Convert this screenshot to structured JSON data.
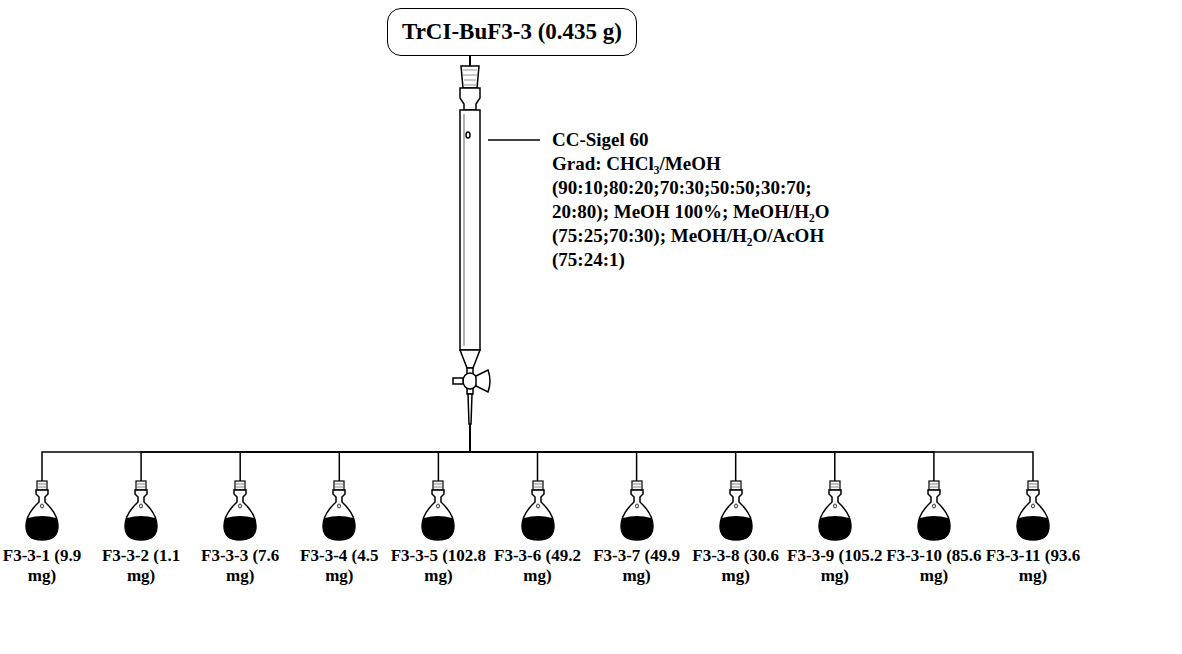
{
  "diagram": {
    "nodes": [
      {
        "text": [
          "TrCI-BuF3-3 (0.435 g)"
        ]
      },
      {
        "text": [
          "F3-3-1 (9.9 mg)"
        ]
      },
      {
        "text": [
          "F3-3-2 (1.1 mg)"
        ]
      },
      {
        "text": [
          "F3-3-3 (7.6 mg)"
        ]
      },
      {
        "text": [
          "F3-3-4 (4.5 mg)"
        ]
      },
      {
        "text": [
          "F3-3-5 (102.8 mg)"
        ]
      },
      {
        "text": [
          "F3-3-6 (49.2 mg)"
        ]
      },
      {
        "text": [
          "F3-3-7 (49.9 mg)"
        ]
      },
      {
        "text": [
          "F3-3-8 (30.6 mg)"
        ]
      },
      {
        "text": [
          "F3-3-9 (105.2 mg)"
        ]
      },
      {
        "text": [
          "F3-3-10 (85.6 mg)"
        ]
      },
      {
        "text": [
          "F3-3-11 (93.6 mg)"
        ]
      }
    ],
    "edges": [
      {
        "from": 0,
        "to": 1,
        "arrow": "none"
      },
      {
        "from": 0,
        "to": 2,
        "arrow": "none"
      },
      {
        "from": 0,
        "to": 3,
        "arrow": "none"
      },
      {
        "from": 0,
        "to": 4,
        "arrow": "none"
      },
      {
        "from": 0,
        "to": 5,
        "arrow": "none"
      },
      {
        "from": 0,
        "to": 6,
        "arrow": "none"
      },
      {
        "from": 0,
        "to": 7,
        "arrow": "none"
      },
      {
        "from": 0,
        "to": 8,
        "arrow": "none"
      },
      {
        "from": 0,
        "to": 9,
        "arrow": "none"
      },
      {
        "from": 0,
        "to": 10,
        "arrow": "none"
      },
      {
        "from": 0,
        "to": 11,
        "arrow": "none"
      }
    ],
    "labels": [
      "CC-Sigel 60",
      "Grad: CHCl₃/MeOH",
      "(90:10;80:20;70:30;50:50;30:70;",
      "20:80); MeOH 100%; MeOH/H₂O",
      "(75:25;70:30); MeOH/H₂O/AcOH",
      "(75:24:1)"
    ]
  }
}
